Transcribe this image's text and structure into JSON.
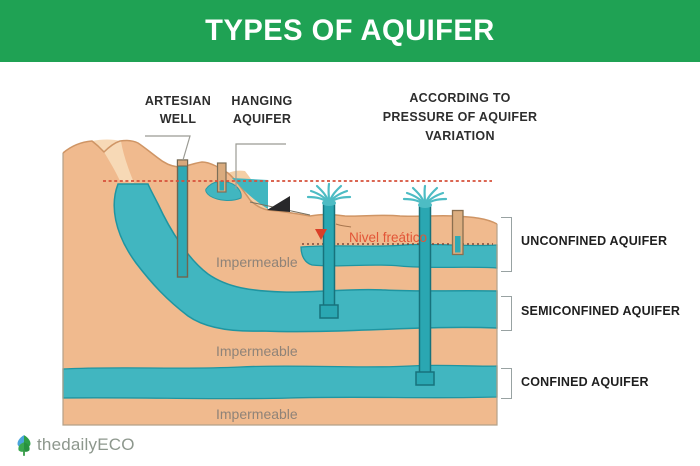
{
  "header": {
    "title": "TYPES OF AQUIFER"
  },
  "top_labels": {
    "artesian_well": "ARTESIAN\nWELL",
    "hanging_aquifer": "HANGING\nAQUIFER",
    "according": "ACCORDING TO\nPRESSURE OF AQUIFER\nVARIATION"
  },
  "diagram_texts": {
    "water_table_label": "Nivel freático",
    "impermeable_upper": "Impermeable",
    "impermeable_middle": "Impermeable",
    "impermeable_bottom": "Impermeable"
  },
  "aquifer_types": [
    {
      "label": "UNCONFINED AQUIFER"
    },
    {
      "label": "SEMICONFINED AQUIFER"
    },
    {
      "label": "CONFINED AQUIFER"
    }
  ],
  "footer": {
    "logo_text": "thedailyECO"
  },
  "icons": {
    "logo_tree": "tree-leaf-logo-icon",
    "water_table_marker": "red-down-triangle",
    "lake_edge_marker": "black-left-arrow"
  },
  "colors": {
    "banner_green": "#1fa254",
    "terrain_tan": "#f0ba8e",
    "terrain_highlight": "#f7d9b6",
    "aquifer_teal": "#41b6c0",
    "aquifer_edge": "#1f95a1",
    "sea_level_dashed_red": "#d6503a",
    "water_table_text_red": "#e25537",
    "impermeable_text_gray": "#8f8378",
    "logo_gray_green": "#8d978d"
  }
}
